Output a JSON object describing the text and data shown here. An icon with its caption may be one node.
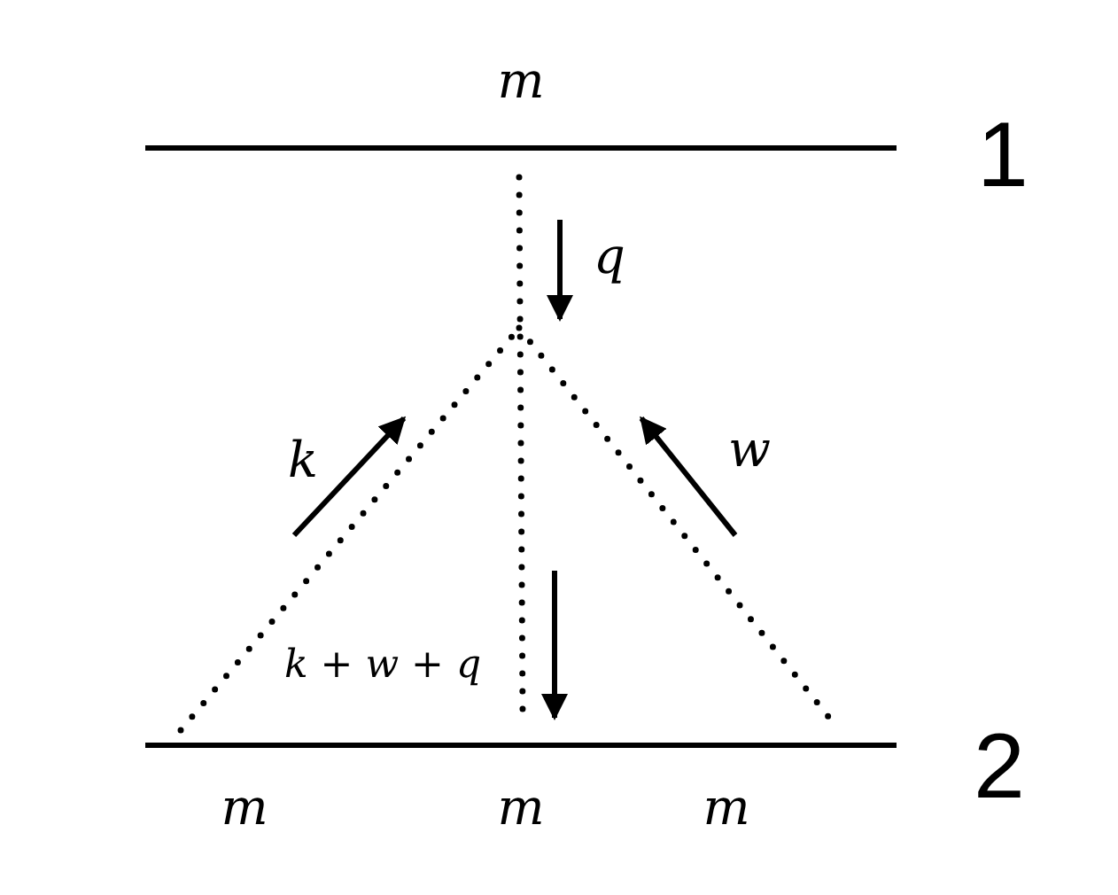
{
  "diagram": {
    "nodes": [
      {
        "text": [],
        "shape": "bar"
      },
      {
        "text": [],
        "shape": "bar"
      }
    ],
    "labels": [
      "m",
      "1",
      "q",
      "k",
      "w",
      "*k* + *w* + *q*",
      "2",
      "m",
      "m",
      "m"
    ]
  }
}
